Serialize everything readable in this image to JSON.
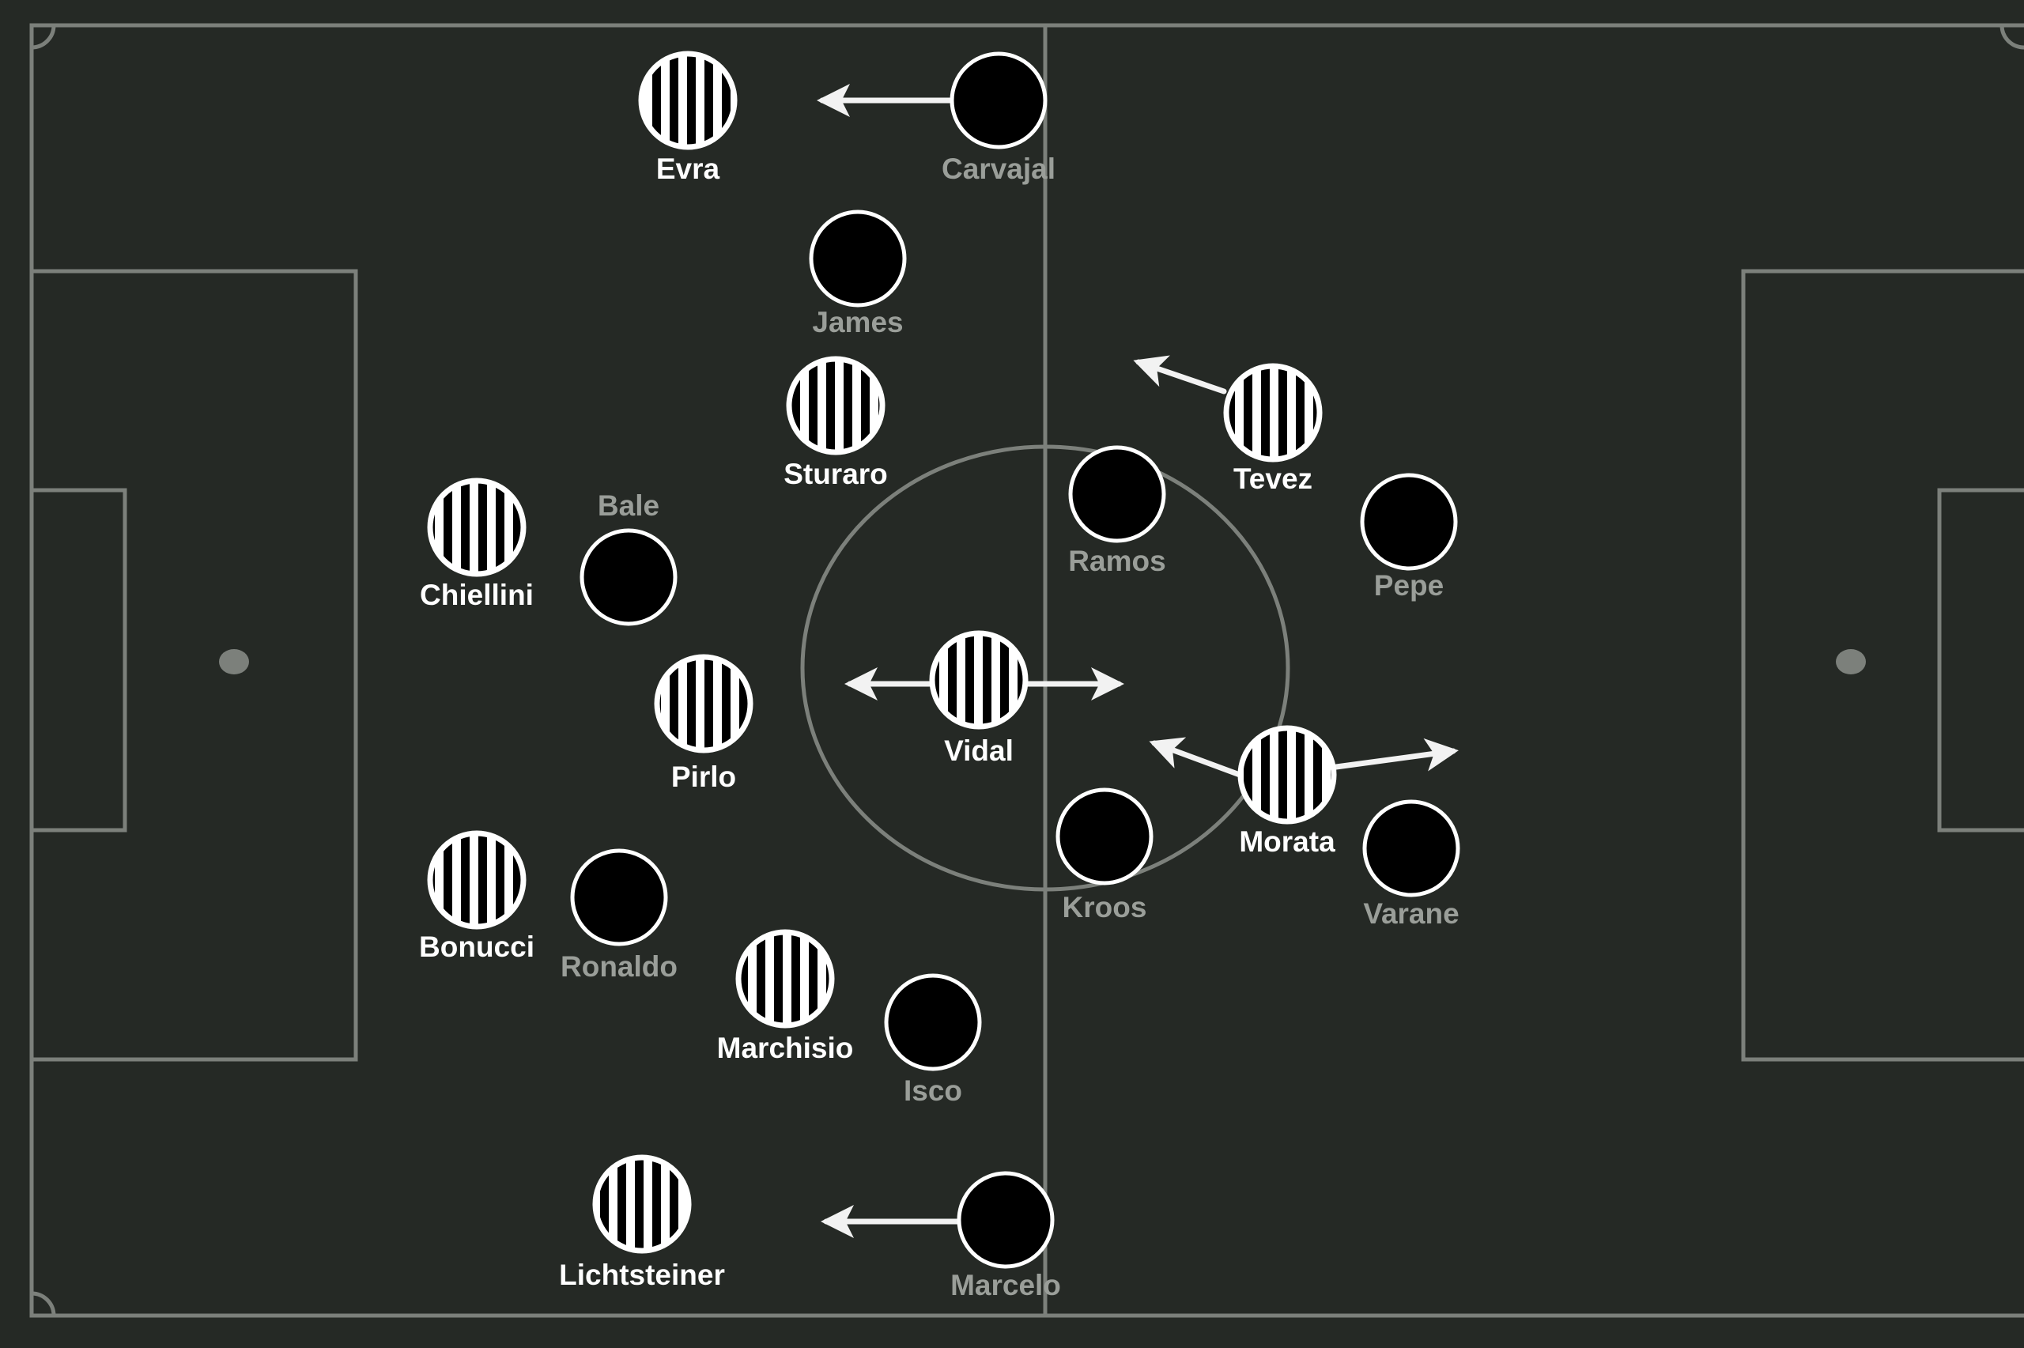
{
  "colors": {
    "background": "#252925",
    "pitch_lines": "#7c807b",
    "juventus_label": "#ffffff",
    "real_madrid_label": "#9a9e99",
    "player_outline": "#ffffff",
    "arrow": "#f2f2f2"
  },
  "teams": {
    "juventus": {
      "kit": "black-white-vertical-stripes"
    },
    "real_madrid": {
      "kit": "solid-black"
    }
  },
  "players": [
    {
      "name": "Evra",
      "team": "juventus"
    },
    {
      "name": "Carvajal",
      "team": "real_madrid"
    },
    {
      "name": "James",
      "team": "real_madrid"
    },
    {
      "name": "Sturaro",
      "team": "juventus"
    },
    {
      "name": "Tevez",
      "team": "juventus"
    },
    {
      "name": "Chiellini",
      "team": "juventus"
    },
    {
      "name": "Bale",
      "team": "real_madrid"
    },
    {
      "name": "Ramos",
      "team": "real_madrid"
    },
    {
      "name": "Pepe",
      "team": "real_madrid"
    },
    {
      "name": "Pirlo",
      "team": "juventus"
    },
    {
      "name": "Vidal",
      "team": "juventus"
    },
    {
      "name": "Morata",
      "team": "juventus"
    },
    {
      "name": "Kroos",
      "team": "real_madrid"
    },
    {
      "name": "Varane",
      "team": "real_madrid"
    },
    {
      "name": "Bonucci",
      "team": "juventus"
    },
    {
      "name": "Ronaldo",
      "team": "real_madrid"
    },
    {
      "name": "Marchisio",
      "team": "juventus"
    },
    {
      "name": "Isco",
      "team": "real_madrid"
    },
    {
      "name": "Lichtsteiner",
      "team": "juventus"
    },
    {
      "name": "Marcelo",
      "team": "real_madrid"
    }
  ],
  "movement_arrows": [
    {
      "player": "Carvajal",
      "direction": "left"
    },
    {
      "player": "Tevez",
      "direction": "up-left"
    },
    {
      "player": "Vidal",
      "direction": "left"
    },
    {
      "player": "Vidal",
      "direction": "right"
    },
    {
      "player": "Morata",
      "direction": "up-left"
    },
    {
      "player": "Morata",
      "direction": "right"
    },
    {
      "player": "Marcelo",
      "direction": "left"
    }
  ]
}
